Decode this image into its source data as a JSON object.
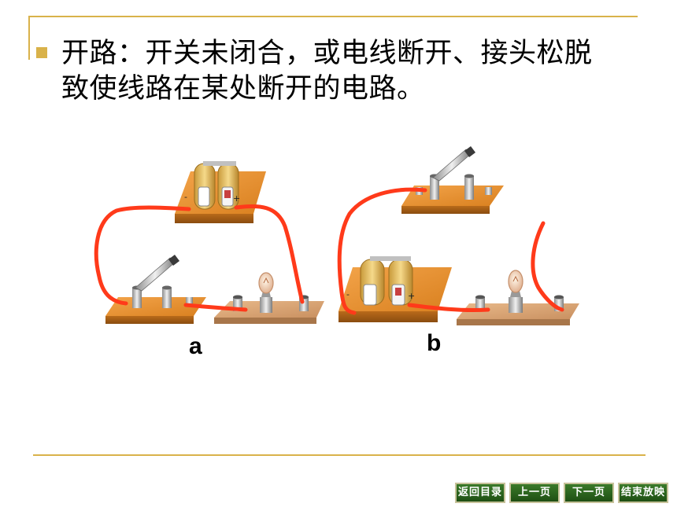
{
  "slide": {
    "line1": "开路：开关未闭合，或电线断开、接头松脱",
    "line2": "致使线路在某处断开的电路。",
    "label_a": "a",
    "label_b": "b"
  },
  "nav": {
    "back_label": "返回目录",
    "prev_label": "上一页",
    "next_label": "下一页",
    "end_label": "结束放映"
  },
  "colors": {
    "accent": "#d9b24a",
    "wire": "#ff3a1a",
    "board": "#e6922e",
    "nav_button": "#2d6a20"
  }
}
